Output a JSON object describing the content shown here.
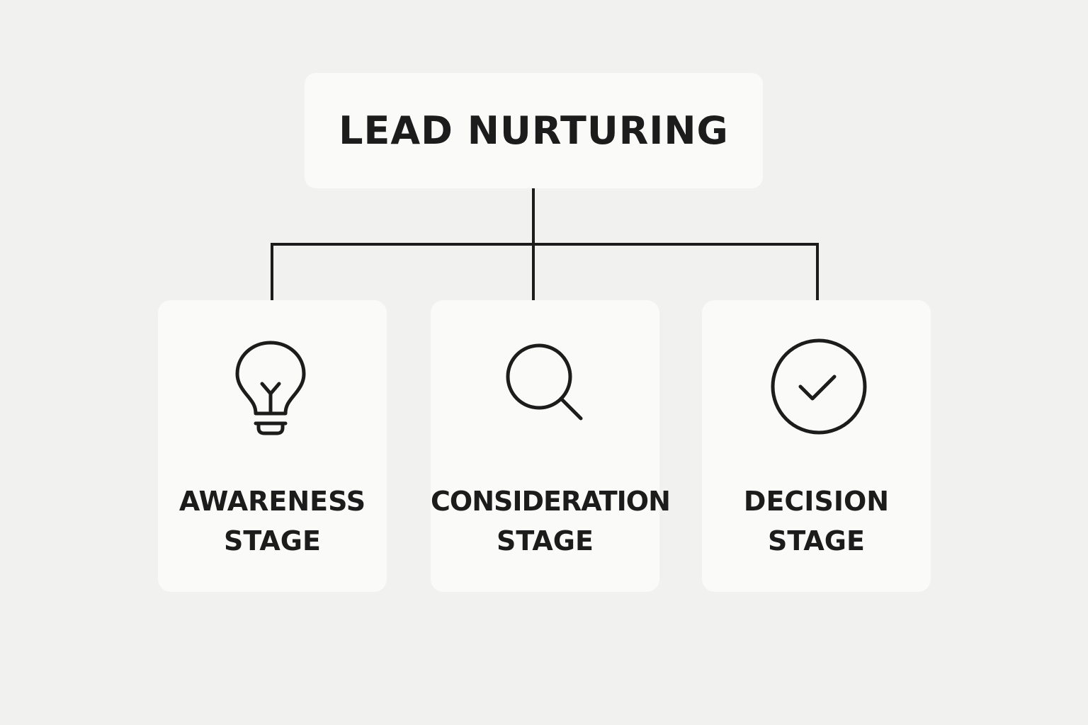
{
  "root": {
    "title": "LEAD NURTURING"
  },
  "stages": [
    {
      "icon": "lightbulb-icon",
      "label_line1": "AWARENESS",
      "label_line2": "STAGE"
    },
    {
      "icon": "magnifying-glass-icon",
      "label_line1": "CONSIDERATION",
      "label_line2": "STAGE"
    },
    {
      "icon": "check-circle-icon",
      "label_line1": "DECISION",
      "label_line2": "STAGE"
    }
  ],
  "colors": {
    "background": "#f1f1ef",
    "card": "#fafaf8",
    "ink": "#1c1c1c"
  }
}
